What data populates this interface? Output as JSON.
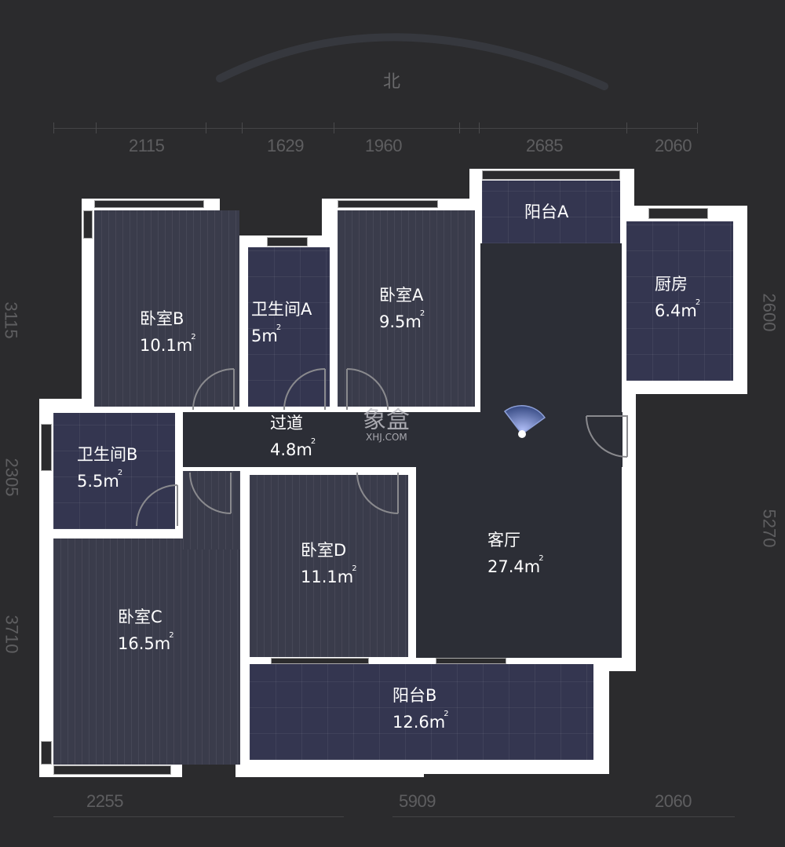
{
  "compass": {
    "north_label": "北"
  },
  "dimensions": {
    "top": [
      "2115",
      "1629",
      "1960",
      "2685",
      "2060"
    ],
    "bottom": [
      "2255",
      "5909",
      "2060"
    ],
    "left": [
      "3115",
      "2305",
      "3710"
    ],
    "right": [
      "2600",
      "5270"
    ]
  },
  "rooms": [
    {
      "name": "卧室B",
      "area": "10.1m",
      "sup": "2"
    },
    {
      "name": "卫生间A",
      "area": "5m",
      "sup": "2"
    },
    {
      "name": "卧室A",
      "area": "9.5m",
      "sup": "2"
    },
    {
      "name": "阳台A",
      "area": "",
      "sup": ""
    },
    {
      "name": "厨房",
      "area": "6.4m",
      "sup": "2"
    },
    {
      "name": "过道",
      "area": "4.8m",
      "sup": "2"
    },
    {
      "name": "卫生间B",
      "area": "5.5m",
      "sup": "2"
    },
    {
      "name": "卧室D",
      "area": "11.1m",
      "sup": "2"
    },
    {
      "name": "客厅",
      "area": "27.4m",
      "sup": "2"
    },
    {
      "name": "卧室C",
      "area": "16.5m",
      "sup": "2"
    },
    {
      "name": "阳台B",
      "area": "12.6m",
      "sup": "2"
    }
  ],
  "watermark": {
    "logo": "象盒",
    "site": "XHJ.COM"
  },
  "colors": {
    "background": "#2b2b2d",
    "wall": "#ffffff",
    "wood_floor": "#3a3c4b",
    "tile_floor": "#343650",
    "living": "#2c2e36",
    "dimension_text": "#5e5e60"
  }
}
